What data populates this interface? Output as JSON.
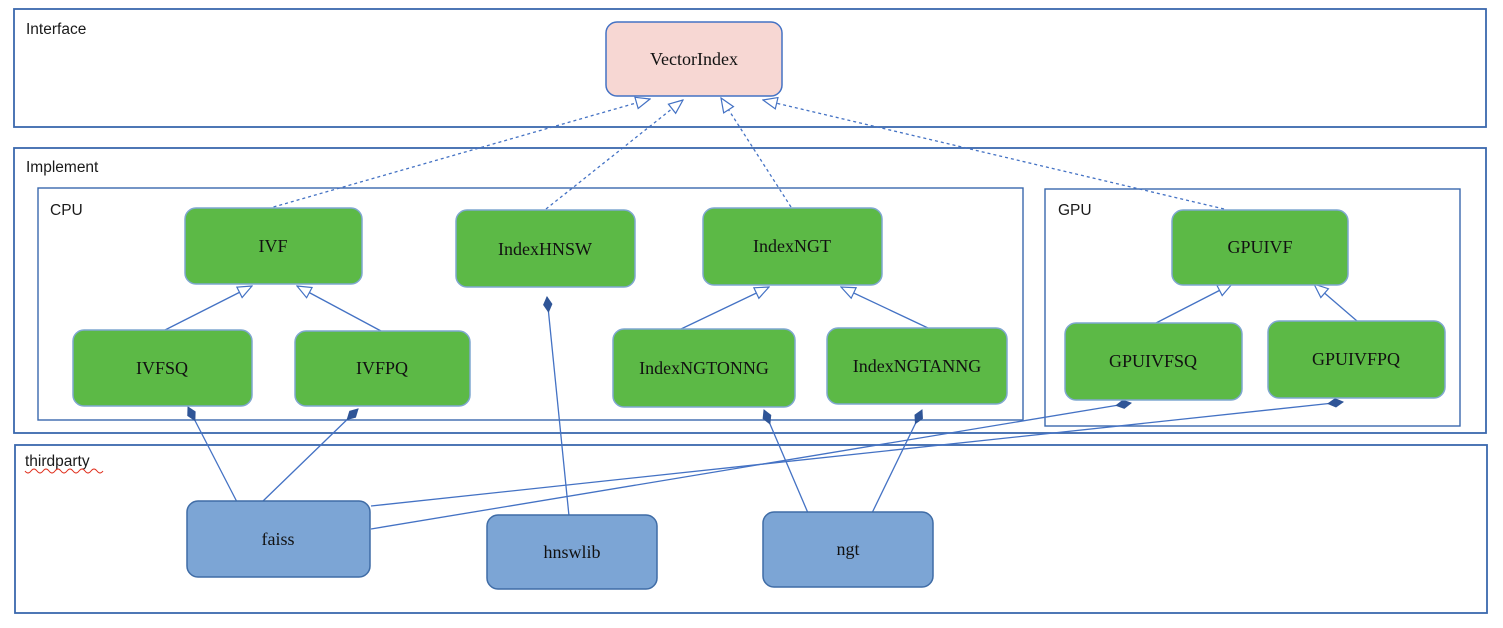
{
  "diagram": {
    "type": "uml-architecture-diagram",
    "sections": {
      "interface": {
        "label": "Interface"
      },
      "implement": {
        "label": "Implement"
      },
      "cpu": {
        "label": "CPU"
      },
      "gpu": {
        "label": "GPU"
      },
      "thirdparty": {
        "label": "thirdparty",
        "spellcheck_underline": true
      }
    },
    "nodes": {
      "vectorindex": {
        "label": "VectorIndex",
        "section": "interface",
        "kind": "interface"
      },
      "ivf": {
        "label": "IVF",
        "section": "cpu",
        "kind": "class"
      },
      "indexhnsw": {
        "label": "IndexHNSW",
        "section": "cpu",
        "kind": "class"
      },
      "indexngt": {
        "label": "IndexNGT",
        "section": "cpu",
        "kind": "class"
      },
      "ivfsq": {
        "label": "IVFSQ",
        "section": "cpu",
        "kind": "class"
      },
      "ivfpq": {
        "label": "IVFPQ",
        "section": "cpu",
        "kind": "class"
      },
      "indexngtonng": {
        "label": "IndexNGTONNG",
        "section": "cpu",
        "kind": "class"
      },
      "indexngtanng": {
        "label": "IndexNGTANNG",
        "section": "cpu",
        "kind": "class"
      },
      "gpuivf": {
        "label": "GPUIVF",
        "section": "gpu",
        "kind": "class"
      },
      "gpuivfsq": {
        "label": "GPUIVFSQ",
        "section": "gpu",
        "kind": "class"
      },
      "gpuivfpq": {
        "label": "GPUIVFPQ",
        "section": "gpu",
        "kind": "class"
      },
      "faiss": {
        "label": "faiss",
        "section": "thirdparty",
        "kind": "library"
      },
      "hnswlib": {
        "label": "hnswlib",
        "section": "thirdparty",
        "kind": "library"
      },
      "ngt": {
        "label": "ngt",
        "section": "thirdparty",
        "kind": "library"
      }
    },
    "edges": [
      {
        "from": "IVF",
        "to": "VectorIndex",
        "relation": "realization",
        "style": "dashed, hollow arrow"
      },
      {
        "from": "IndexHNSW",
        "to": "VectorIndex",
        "relation": "realization",
        "style": "dashed, hollow arrow"
      },
      {
        "from": "IndexNGT",
        "to": "VectorIndex",
        "relation": "realization",
        "style": "dashed, hollow arrow"
      },
      {
        "from": "GPUIVF",
        "to": "VectorIndex",
        "relation": "realization",
        "style": "dashed, hollow arrow"
      },
      {
        "from": "IVFSQ",
        "to": "IVF",
        "relation": "inheritance",
        "style": "solid, hollow arrow"
      },
      {
        "from": "IVFPQ",
        "to": "IVF",
        "relation": "inheritance",
        "style": "solid, hollow arrow"
      },
      {
        "from": "IndexNGTONNG",
        "to": "IndexNGT",
        "relation": "inheritance",
        "style": "solid, hollow arrow"
      },
      {
        "from": "IndexNGTANNG",
        "to": "IndexNGT",
        "relation": "inheritance",
        "style": "solid, hollow arrow"
      },
      {
        "from": "GPUIVFSQ",
        "to": "GPUIVF",
        "relation": "inheritance",
        "style": "solid, hollow arrow"
      },
      {
        "from": "GPUIVFPQ",
        "to": "GPUIVF",
        "relation": "inheritance",
        "style": "solid, hollow arrow"
      },
      {
        "from": "faiss",
        "to": "IVFSQ",
        "relation": "composition",
        "style": "solid, filled diamond"
      },
      {
        "from": "faiss",
        "to": "IVFPQ",
        "relation": "composition",
        "style": "solid, filled diamond"
      },
      {
        "from": "faiss",
        "to": "GPUIVFSQ",
        "relation": "composition",
        "style": "solid, filled diamond"
      },
      {
        "from": "faiss",
        "to": "GPUIVFPQ",
        "relation": "composition",
        "style": "solid, filled diamond"
      },
      {
        "from": "hnswlib",
        "to": "IndexHNSW",
        "relation": "composition",
        "style": "solid, filled diamond"
      },
      {
        "from": "ngt",
        "to": "IndexNGTONNG",
        "relation": "composition",
        "style": "solid, filled diamond"
      },
      {
        "from": "ngt",
        "to": "IndexNGTANNG",
        "relation": "composition",
        "style": "solid, filled diamond"
      }
    ],
    "colors": {
      "interface_node_fill": "#f7d7d3",
      "implement_node_fill": "#5cb946",
      "thirdparty_node_fill": "#7ca5d5",
      "connector": "#4472c4",
      "diamond_fill": "#2f5597",
      "section_border": "#3a68ad",
      "spellcheck_squiggle": "#e0301e",
      "text": "#000000"
    }
  }
}
